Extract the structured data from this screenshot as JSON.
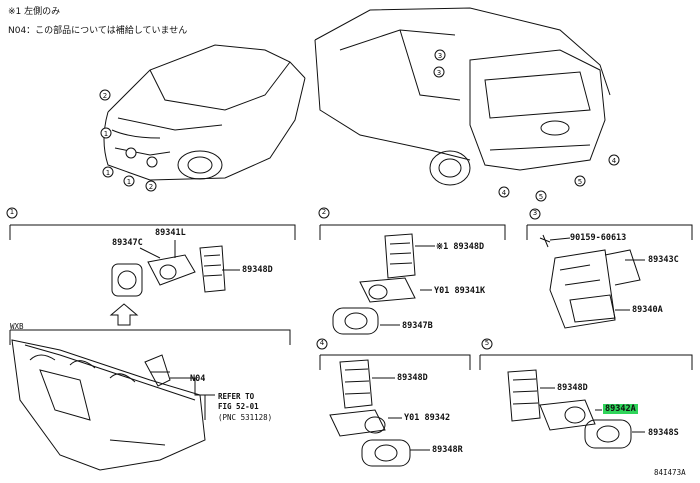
{
  "notes": {
    "note1": "※1 左側のみ",
    "note2": "N04：この部品については補給していません"
  },
  "callouts": {
    "c1": "1",
    "c2": "2",
    "c3": "3",
    "c4": "4",
    "c5": "5"
  },
  "group1": {
    "p1": "89347C",
    "p2": "89341L",
    "p3": "89348D"
  },
  "group2": {
    "p1": "※1 89348D",
    "p2": "Y01 89341K",
    "p3": "89347B"
  },
  "group3": {
    "p1": "90159-60613",
    "p2": "89343C",
    "p3": "89340A"
  },
  "group4": {
    "p1": "89348D",
    "p2": "Y01 89342",
    "p3": "89348R"
  },
  "group5": {
    "p1": "89348D",
    "p2": "89342A",
    "p3": "89348S"
  },
  "bumper": {
    "tag": "WXB",
    "n04": "N04",
    "refer_line1": "REFER TO",
    "refer_line2": "FIG 52-01",
    "refer_line3": "(PNC 531128)"
  },
  "figure_id": "84I473A",
  "colors": {
    "highlight": "#2fd45a",
    "line": "#111111"
  }
}
